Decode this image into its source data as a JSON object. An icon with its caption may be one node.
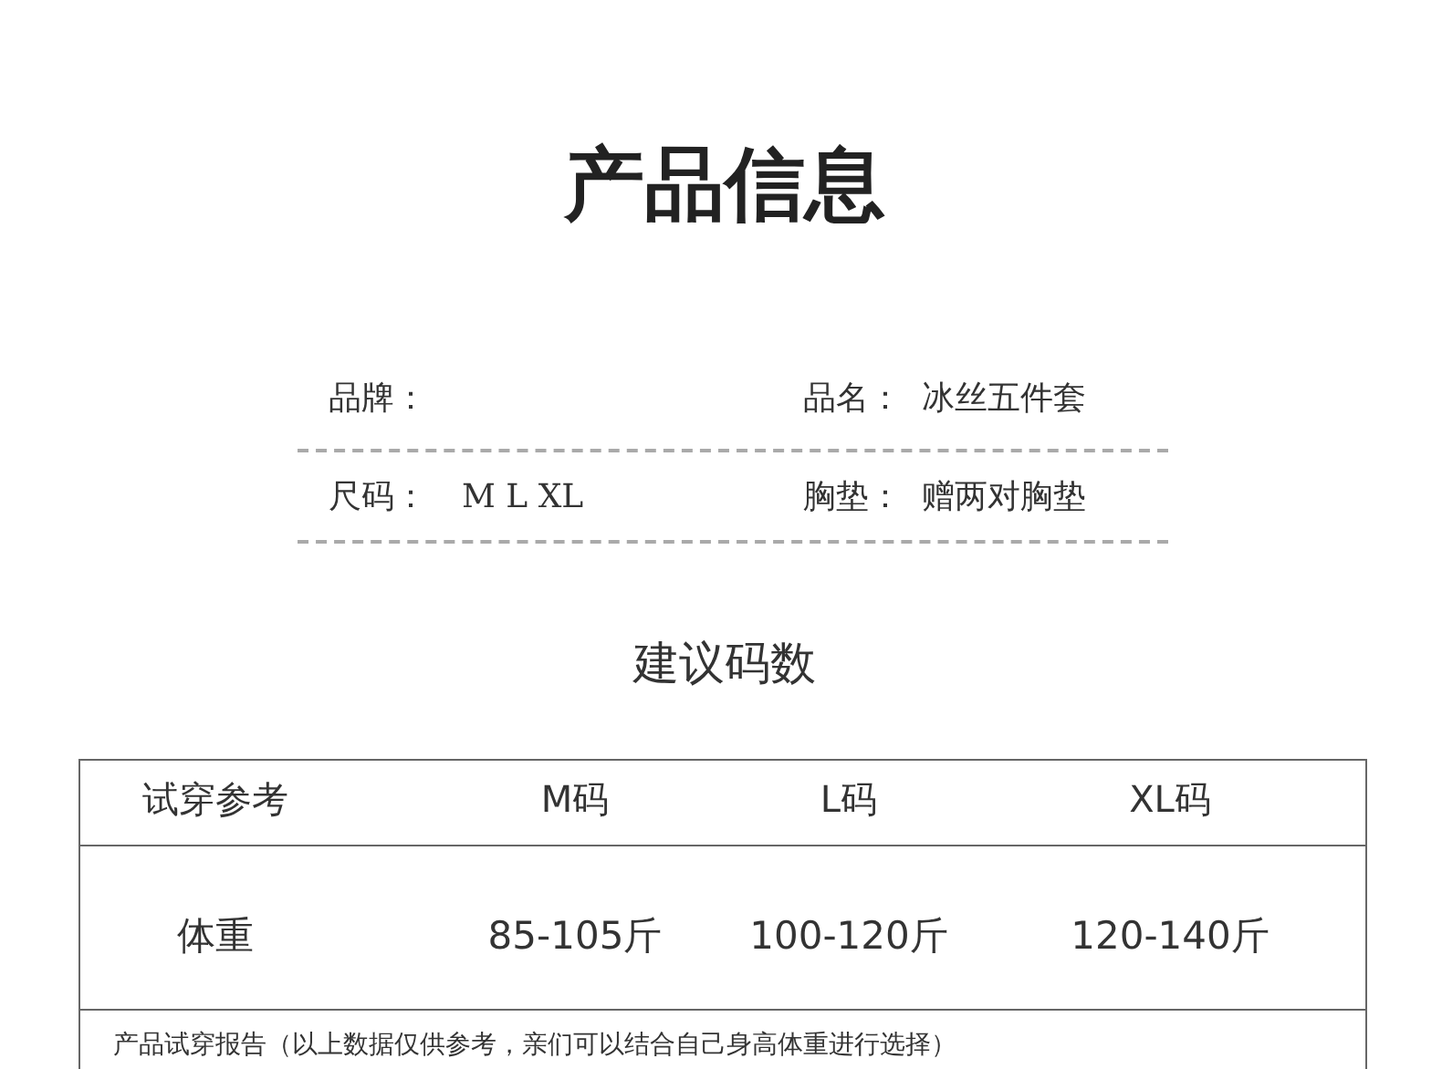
{
  "diagram": {
    "title": "产品信息",
    "labels": [
      "品牌：",
      "品名：",
      "冰丝五件套",
      "尺码：",
      "M L XL",
      "胸垫：",
      "赠两对胸垫",
      "建议码数",
      "试穿参考",
      "M码",
      "L码",
      "XL码",
      "体重",
      "85-105斤",
      "100-120斤",
      "120-140斤",
      "产品试穿报告（以上数据仅供参考，亲们可以结合自己身高体重进行选择）"
    ]
  }
}
